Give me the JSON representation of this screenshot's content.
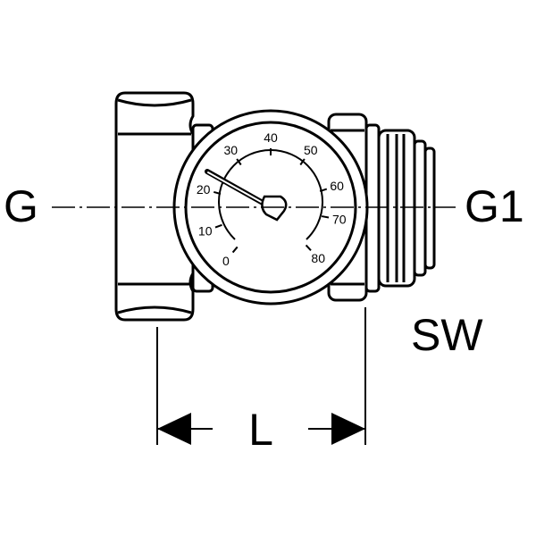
{
  "labels": {
    "left_thread": "G",
    "right_thread": "G1",
    "wrench_size": "SW",
    "length": "L"
  },
  "gauge": {
    "scale": [
      {
        "value": "0",
        "angle": 220
      },
      {
        "value": "10",
        "angle": 250
      },
      {
        "value": "20",
        "angle": 285
      },
      {
        "value": "30",
        "angle": 325
      },
      {
        "value": "40",
        "angle": 0
      },
      {
        "value": "50",
        "angle": 35
      },
      {
        "value": "60",
        "angle": 72
      },
      {
        "value": "70",
        "angle": 100
      },
      {
        "value": "80",
        "angle": 137
      }
    ],
    "needle_value": "20"
  },
  "colors": {
    "stroke": "#000000",
    "fill": "#ffffff"
  }
}
